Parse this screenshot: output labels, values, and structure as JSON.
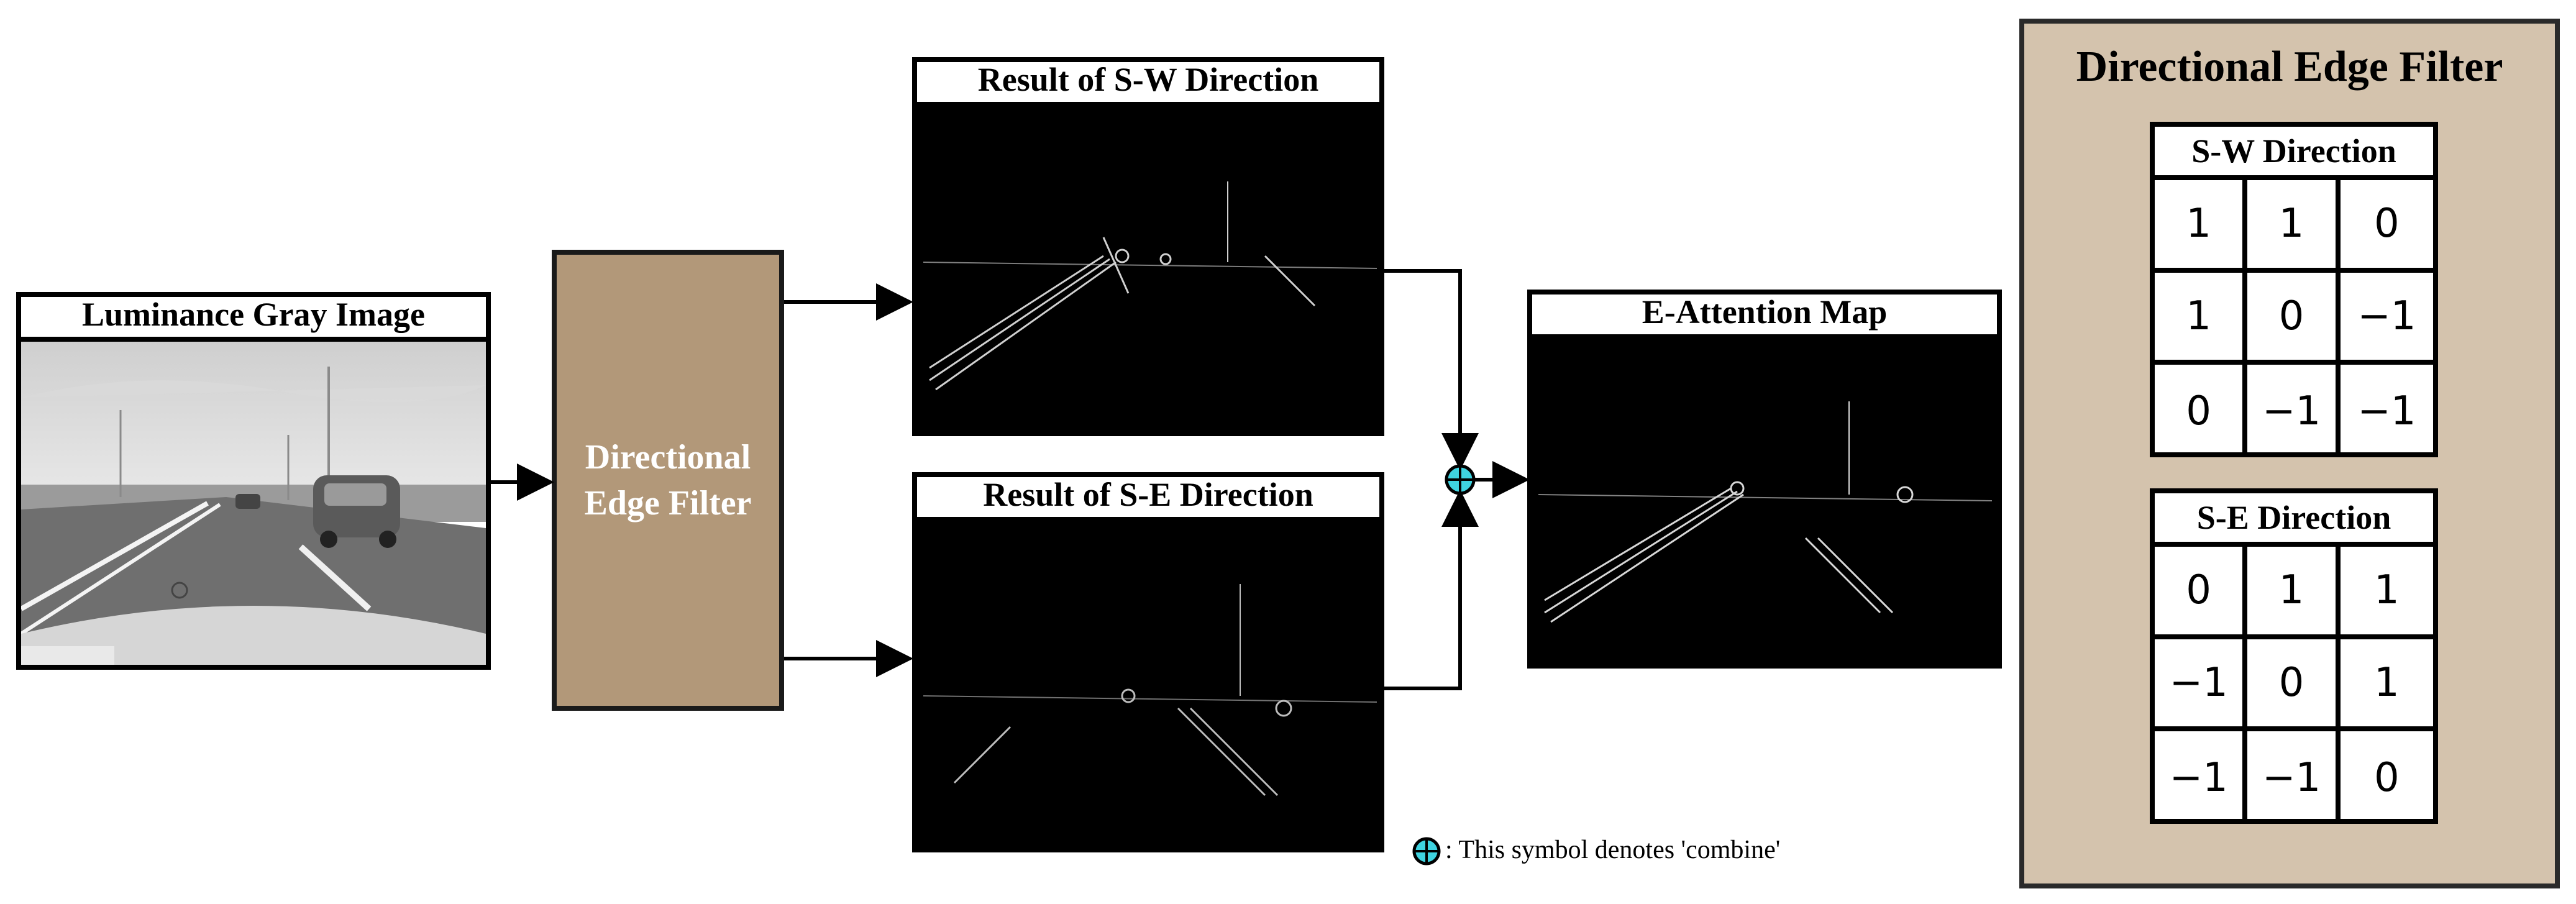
{
  "input_block": {
    "title": "Luminance Gray Image"
  },
  "filter_block": {
    "line1": "Directional",
    "line2": "Edge Filter"
  },
  "sw_result": {
    "title": "Result of S-W Direction"
  },
  "se_result": {
    "title": "Result of S-E Direction"
  },
  "output_block": {
    "title": "E-Attention Map"
  },
  "legend": {
    "text": ": This symbol denotes 'combine'"
  },
  "panel": {
    "title": "Directional Edge Filter",
    "kernels": [
      {
        "title": "S-W Direction",
        "values": [
          "1",
          "1",
          "0",
          "1",
          "0",
          "−1",
          "0",
          "−1",
          "−1"
        ]
      },
      {
        "title": "S-E Direction",
        "values": [
          "0",
          "1",
          "1",
          "−1",
          "0",
          "1",
          "−1",
          "−1",
          "0"
        ]
      }
    ]
  },
  "colors": {
    "filter_fill": "#b29879",
    "panel_fill": "#d4c3ad",
    "combine_fill": "#3fd3e0"
  }
}
